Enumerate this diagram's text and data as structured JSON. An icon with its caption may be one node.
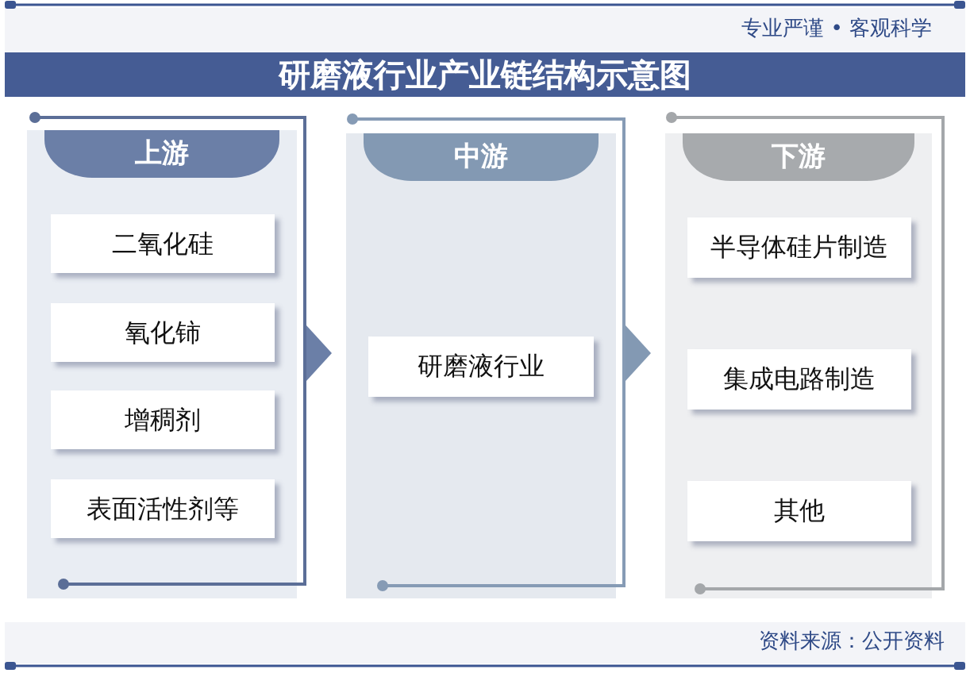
{
  "diagram": {
    "title": "研磨液行业产业链结构示意图",
    "nodes": [
      {
        "text": [
          "上游"
        ]
      },
      {
        "text": [
          "二氧化硅"
        ],
        "in": 0
      },
      {
        "text": [
          "氧化铈"
        ],
        "in": 0
      },
      {
        "text": [
          "增稠剂"
        ],
        "in": 0
      },
      {
        "text": [
          "表面活性剂等"
        ],
        "in": 0
      },
      {
        "text": [
          "中游"
        ]
      },
      {
        "text": [
          "研磨液行业"
        ],
        "in": 5
      },
      {
        "text": [
          "下游"
        ]
      },
      {
        "text": [
          "半导体硅片制造"
        ],
        "in": 7
      },
      {
        "text": [
          "集成电路制造"
        ],
        "in": 7
      },
      {
        "text": [
          "其他"
        ],
        "in": 7
      }
    ],
    "edges": [
      {
        "from": 0,
        "to": 5,
        "arrow": "to",
        "color": "#6b7fa7"
      },
      {
        "from": 5,
        "to": 7,
        "arrow": "to",
        "color": "#8399b3"
      }
    ],
    "labels": [
      "专业严谨 • 客观科学",
      "资料来源：公开资料"
    ]
  }
}
